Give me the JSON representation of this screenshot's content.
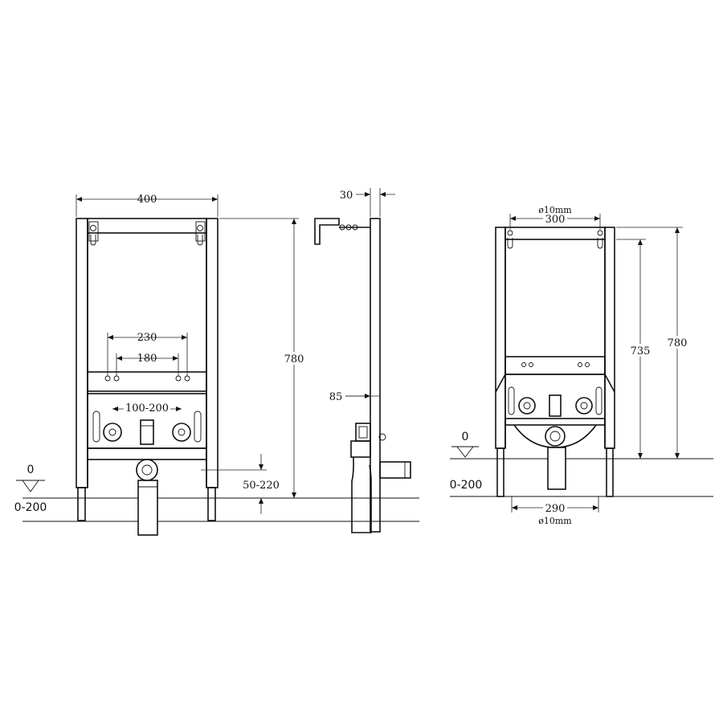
{
  "front_view": {
    "width_label": "400",
    "outer_hole_spacing": "230",
    "inner_hole_spacing": "180",
    "fitting_spacing": "100-200",
    "height_label": "780",
    "floor_offset_label": "50-220",
    "floor_zero": "0",
    "floor_range": "0-200"
  },
  "side_view": {
    "depth_label": "30",
    "fitting_height_label": "85"
  },
  "back_view": {
    "top_hole_diameter": "ø10mm",
    "top_spacing": "300",
    "inner_height_label": "735",
    "height_label": "780",
    "bottom_spacing": "290",
    "bottom_hole_diameter": "ø10mm",
    "floor_zero": "0",
    "floor_range": "0-200"
  }
}
